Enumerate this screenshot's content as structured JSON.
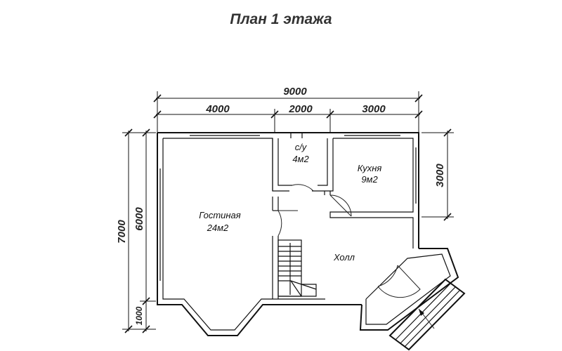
{
  "title": "План 1 этажа",
  "dimensions": {
    "top_total": "9000",
    "top_seg1": "4000",
    "top_seg2": "2000",
    "top_seg3": "3000",
    "left_total": "7000",
    "left_main": "6000",
    "left_bay": "1000",
    "right_kitchen": "3000"
  },
  "rooms": {
    "bathroom_name": "с/у",
    "bathroom_area": "4м2",
    "kitchen_name": "Кухня",
    "kitchen_area": "9м2",
    "living_name": "Гостиная",
    "living_area": "24м2",
    "hall_name": "Холл"
  }
}
